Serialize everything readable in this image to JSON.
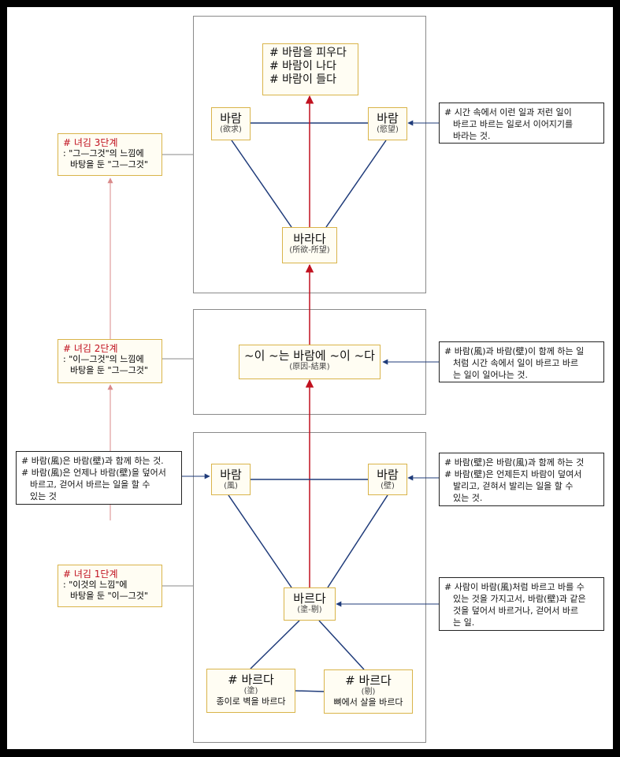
{
  "top": {
    "result_lines": [
      "# 바람을 피우다",
      "# 바람이 나다",
      "# 바람이 들다"
    ],
    "left_node": {
      "main": "바람",
      "sub": "(欲求)"
    },
    "right_node": {
      "main": "바람",
      "sub": "(慾望)"
    },
    "bottom_node": {
      "main": "바라다",
      "sub": "(所欲-所望)"
    },
    "note_lines": [
      "# 시간 속에서 이런 일과 저런 일이",
      "바르고 바르는 일로서 이어지기를",
      "바라는 것."
    ]
  },
  "middle": {
    "node": {
      "main": "~이 ~는 바람에 ~이 ~다",
      "sub": "(原因-結果)"
    },
    "note_lines": [
      "# 바람(風)과 바람(壁)이 함께 하는 일",
      "처럼 시간 속에서 일이 바르고 바르",
      "는 일이 일어나는 것."
    ]
  },
  "bottom": {
    "left_node": {
      "main": "바람",
      "sub": "(風)"
    },
    "right_node": {
      "main": "바람",
      "sub": "(壁)"
    },
    "center_node": {
      "main": "바르다",
      "sub": "(塗-剔)"
    },
    "leaf_left": {
      "main": "# 바르다",
      "sub": "(塗)",
      "desc": "종이로 벽을 바르다"
    },
    "leaf_right": {
      "main": "# 바르다",
      "sub": "(剔)",
      "desc": "뼈에서 살을 바르다"
    },
    "note_left_lines": [
      "# 바람(風)은 바람(壁)과 함께 하는 것.",
      "# 바람(風)은 언제나 바람(壁)을 덮어서",
      "바르고, 걷어서 바르는 일을 할 수",
      "있는 것"
    ],
    "note_right_lines": [
      "# 바람(壁)은 바람(風)과 함께 하는 것",
      "# 바람(壁)은 언제든지 바람이 덮여서",
      "발리고, 걷혀서 발리는 일을 할 수",
      "있는 것."
    ],
    "note_center_lines": [
      "# 사람이 바람(風)처럼 바르고 바를 수",
      "있는 것을 가지고서, 바람(壁)과 같은",
      "것을 덮어서 바르거나, 걷어서 바르",
      "는 일."
    ]
  },
  "stages": [
    {
      "title": "# 녀김 3단계",
      "lines": [
        ": \"그—그것\"의 느낌에",
        "바탕을 둔 \"그—그것\""
      ]
    },
    {
      "title": "# 녀김 2단계",
      "lines": [
        ": \"이—그것\"의 느낌에",
        "바탕을 둔 \"그—그것\""
      ]
    },
    {
      "title": "# 녀김 1단계",
      "lines": [
        ": \"이것의 느낌\"에",
        "바탕을 둔 \"이—그것\""
      ]
    }
  ],
  "colors": {
    "red_arrow": "#c0111f",
    "blue_line": "#1f3b7a",
    "node_border": "#d9b44a",
    "node_fill": "#fffdf3",
    "stage_title": "#c0111f"
  }
}
